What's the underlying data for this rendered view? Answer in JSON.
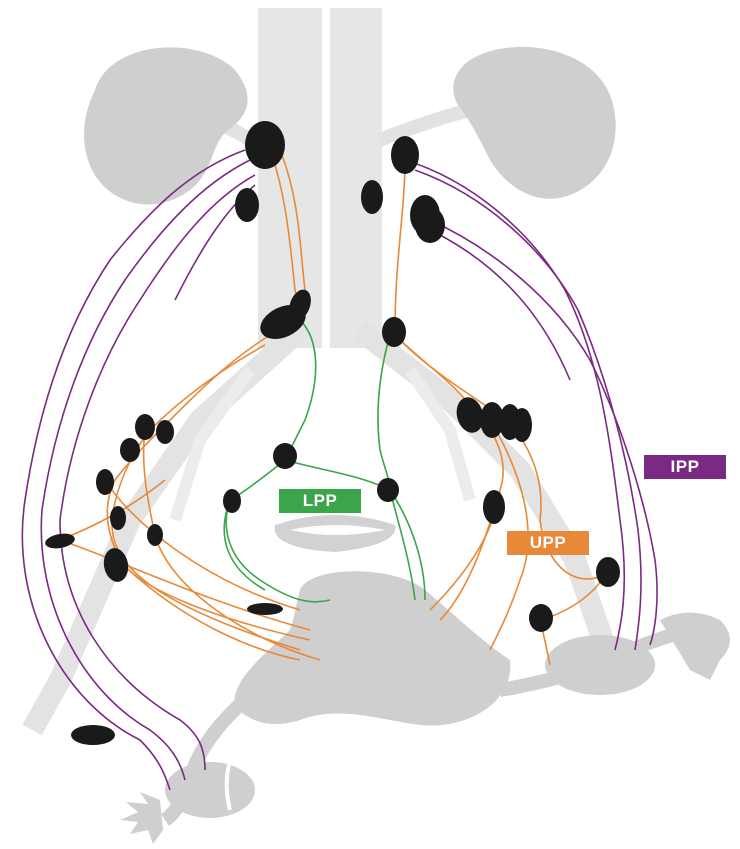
{
  "labels": {
    "ipp": "IPP",
    "lpp": "LPP",
    "upp": "UPP"
  },
  "colors": {
    "ipp": "#7a2a82",
    "lpp": "#3aa54a",
    "upp": "#e8893a",
    "organ": "#cfcfcf",
    "vessel": "#e4e4e4",
    "node": "#1a1a1a"
  }
}
